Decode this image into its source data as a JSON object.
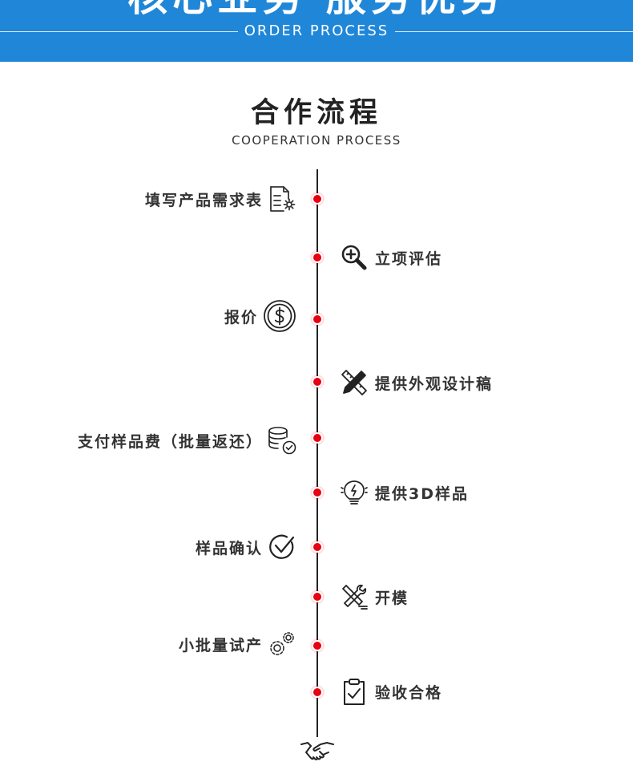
{
  "banner": {
    "title": "核心业务 服务优势",
    "subtitle": "ORDER PROCESS"
  },
  "section": {
    "title": "合作流程",
    "subtitle": "COOPERATION PROCESS"
  },
  "steps": [
    {
      "label": "填写产品需求表",
      "side": "left",
      "icon": "document-gear-icon"
    },
    {
      "label": "立项评估",
      "side": "right",
      "icon": "magnifier-plus-icon"
    },
    {
      "label": "报价",
      "side": "left",
      "icon": "dollar-coin-icon"
    },
    {
      "label": "提供外观设计稿",
      "side": "right",
      "icon": "pencil-ruler-icon"
    },
    {
      "label": "支付样品费（批量返还）",
      "side": "left",
      "icon": "database-check-icon"
    },
    {
      "label": "提供3D样品",
      "side": "right",
      "icon": "lightbulb-icon"
    },
    {
      "label": "样品确认",
      "side": "left",
      "icon": "check-circle-icon"
    },
    {
      "label": "开模",
      "side": "right",
      "icon": "tools-icon"
    },
    {
      "label": "小批量试产",
      "side": "left",
      "icon": "gears-icon"
    },
    {
      "label": "验收合格",
      "side": "right",
      "icon": "clipboard-check-icon"
    }
  ],
  "footer_icon": "handshake-icon",
  "colors": {
    "banner": "#1f86d8",
    "dot": "#e60012",
    "line": "#222222",
    "text": "#333333"
  }
}
